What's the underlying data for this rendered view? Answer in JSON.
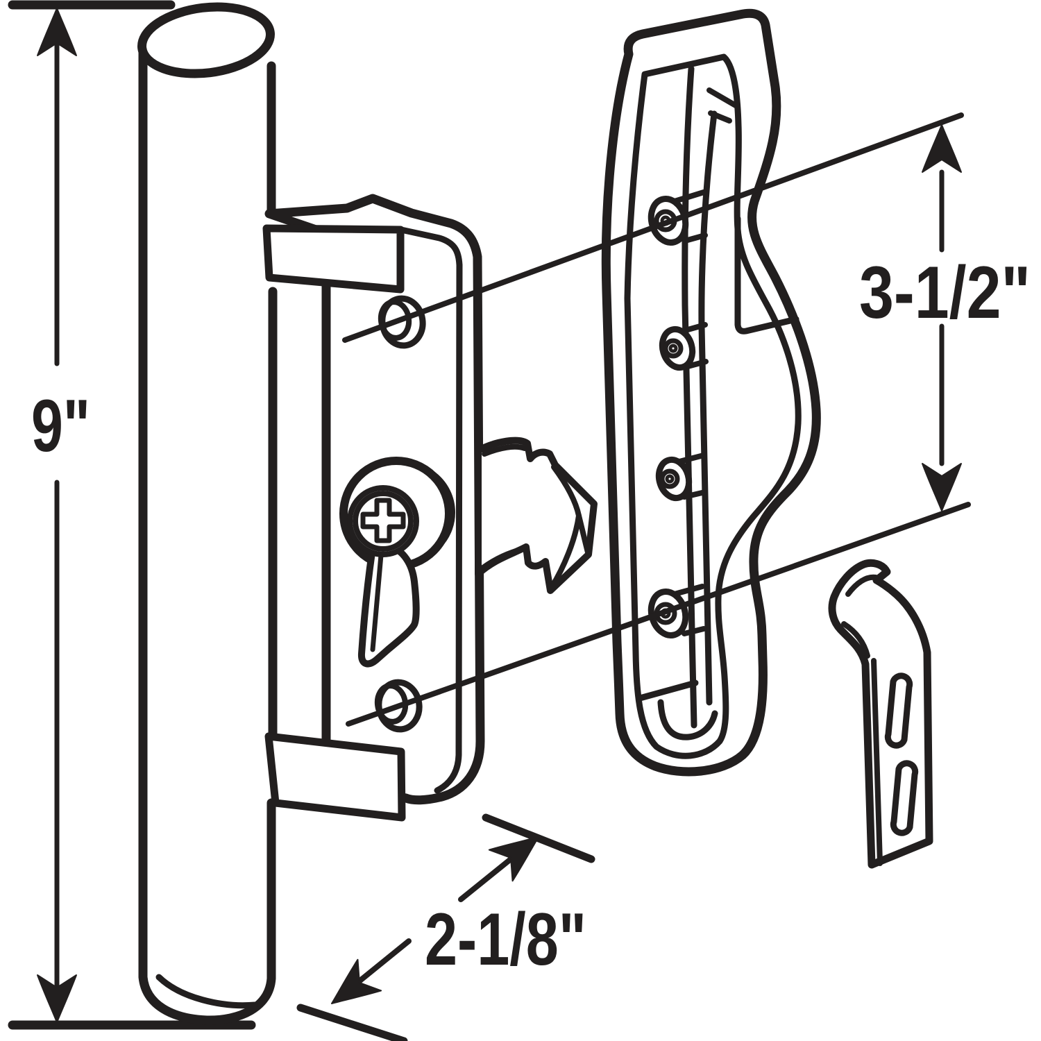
{
  "canvas": {
    "background": "#ffffff",
    "line_color": "#221f1f"
  },
  "labels": {
    "tube_length": "9\"",
    "screw_spacing": "3-1/2\"",
    "handle_width": "2-1/8\""
  }
}
